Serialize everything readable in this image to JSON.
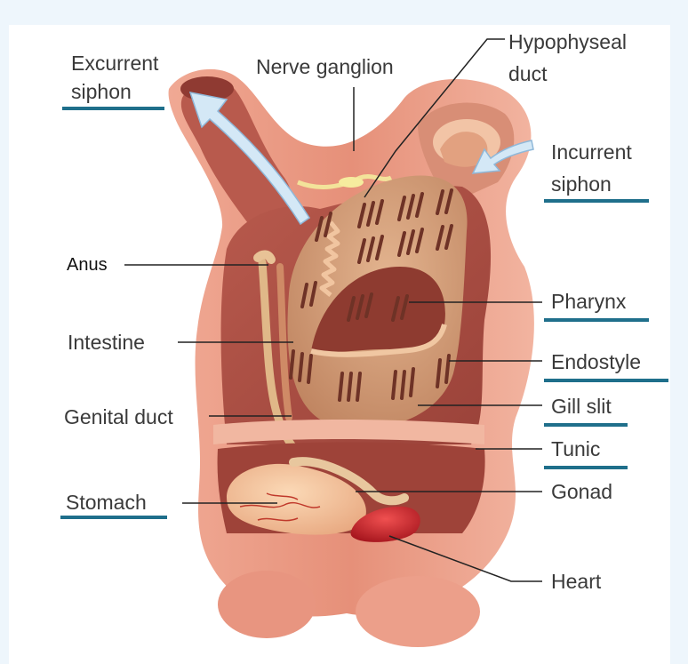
{
  "labels": {
    "excurrent_siphon_1": "Excurrent",
    "excurrent_siphon_2": "siphon",
    "nerve_ganglion": "Nerve ganglion",
    "hypophyseal_duct_1": "Hypophyseal",
    "hypophyseal_duct_2": "duct",
    "incurrent_siphon_1": "Incurrent",
    "incurrent_siphon_2": "siphon",
    "anus": "Anus",
    "pharynx": "Pharynx",
    "intestine": "Intestine",
    "endostyle": "Endostyle",
    "gill_slit": "Gill slit",
    "genital_duct": "Genital duct",
    "tunic": "Tunic",
    "stomach": "Stomach",
    "gonad": "Gonad",
    "heart": "Heart"
  },
  "colors": {
    "page_background": "#eef6fc",
    "panel_background": "#ffffff",
    "underline": "#1f6f8b",
    "tunic": "#e99a84",
    "interior": "#a94d43",
    "pharynx": "#cf9a74",
    "gill_slit": "#6e3226",
    "flow_arrow": "#d4e8f6",
    "heart": "#c8232b"
  }
}
